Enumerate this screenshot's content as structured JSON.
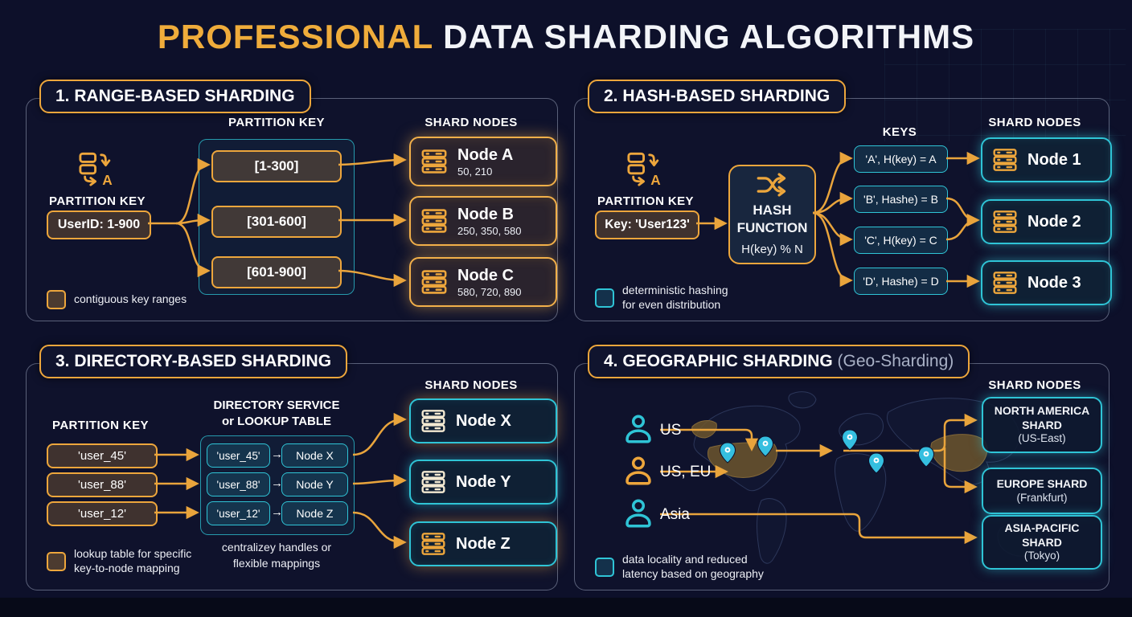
{
  "header": {
    "title_accent": "PROFESSIONAL",
    "title_rest": " DATA SHARDING ALGORITHMS"
  },
  "colors": {
    "gold": "#EDA63C",
    "teal": "#2FC4D6",
    "background": "#0D102A"
  },
  "panel1": {
    "title": "1. RANGE-BASED SHARDING",
    "partition_key_label": "PARTITION KEY",
    "partition_key_value": "UserID: 1-900",
    "ranges_header": "PARTITION KEY",
    "ranges": [
      "[1-300]",
      "[301-600]",
      "[601-900]"
    ],
    "shard_nodes_header": "SHARD NODES",
    "nodes": [
      {
        "label": "Node A",
        "sub": "50, 210"
      },
      {
        "label": "Node B",
        "sub": "250, 350, 580"
      },
      {
        "label": "Node C",
        "sub": "580, 720, 890"
      }
    ],
    "legend": "contiguous key ranges"
  },
  "panel2": {
    "title": "2. HASH-BASED SHARDING",
    "partition_key_label": "PARTITION KEY",
    "partition_key_value": "Key: 'User123'",
    "hash_line1": "HASH",
    "hash_line2": "FUNCTION",
    "hash_formula": "H(key) % N",
    "keys_header": "KEYS",
    "keys": [
      "'A', H(key) = A",
      "'B', Hashe) = B",
      "'C', H(key) = C",
      "'D', Hashe) = D"
    ],
    "shard_nodes_header": "SHARD NODES",
    "nodes": [
      {
        "label": "Node 1"
      },
      {
        "label": "Node 2"
      },
      {
        "label": "Node 3"
      }
    ],
    "legend_line1": "deterministic hashing",
    "legend_line2": "for even distribution"
  },
  "panel3": {
    "title": "3. DIRECTORY-BASED SHARDING",
    "partition_key_label": "PARTITION KEY",
    "keys": [
      "'user_45'",
      "'user_88'",
      "'user_12'"
    ],
    "directory_header_line1": "DIRECTORY SERVICE",
    "directory_header_line2": "or LOOKUP TABLE",
    "mappings": [
      {
        "key": "'user_45'",
        "arrow": "→",
        "node": "Node X"
      },
      {
        "key": "'user_88'",
        "arrow": "→",
        "node": "Node Y"
      },
      {
        "key": "'user_12'",
        "arrow": "→",
        "node": "Node Z"
      }
    ],
    "caption_line1": "centralizey handles or",
    "caption_line2": "flexible mappings",
    "shard_nodes_header": "SHARD NODES",
    "nodes": [
      {
        "label": "Node X"
      },
      {
        "label": "Node Y"
      },
      {
        "label": "Node Z"
      }
    ],
    "legend_line1": "lookup table for specific",
    "legend_line2": "key-to-node mapping"
  },
  "panel4": {
    "title_main": "4. GEOGRAPHIC SHARDING",
    "title_sub": " (Geo-Sharding)",
    "users": [
      {
        "label": "US"
      },
      {
        "label": "US, EU"
      },
      {
        "label": "Asia"
      }
    ],
    "shard_nodes_header": "SHARD NODES",
    "shards": [
      {
        "name": "NORTH AMERICA SHARD",
        "location": "(US-East)"
      },
      {
        "name": "EUROPE SHARD",
        "location": "(Frankfurt)"
      },
      {
        "name": "ASIA-PACIFIC SHARD",
        "location": "(Tokyo)"
      }
    ],
    "legend_line1": "data locality and reduced",
    "legend_line2": "latency based on geography"
  }
}
